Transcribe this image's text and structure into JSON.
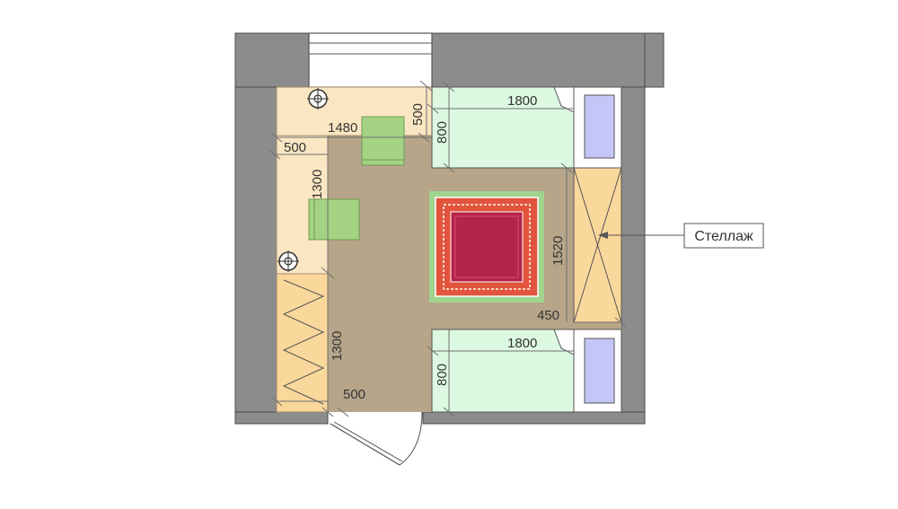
{
  "colors": {
    "wall": "#8c8c8d",
    "wall_edge": "#4a4a4a",
    "floor": "#b6a589",
    "desk": "#fbe6c3",
    "wardrobe": "#fad79a",
    "bed": "#dcf8e1",
    "pillow": "#c4c6f7",
    "chair": "#a4d383",
    "rug_outer": "#a0d48e",
    "rug_red": "#e2543d",
    "rug_center": "#b4234a",
    "dim_line": "#6f6f6f",
    "text": "#333333"
  },
  "dimensions": {
    "desk_length": "1480",
    "desk_depth_top": "500",
    "desk_depth_left": "500",
    "desk_width_side": "1300",
    "bed_top_length": "1800",
    "bed_top_width": "800",
    "rack_length": "1520",
    "rack_depth": "450",
    "bed_bottom_length": "1800",
    "bed_bottom_width": "800",
    "wardrobe_length": "1300",
    "wardrobe_depth": "500"
  },
  "callout": {
    "label": "Стеллаж"
  }
}
